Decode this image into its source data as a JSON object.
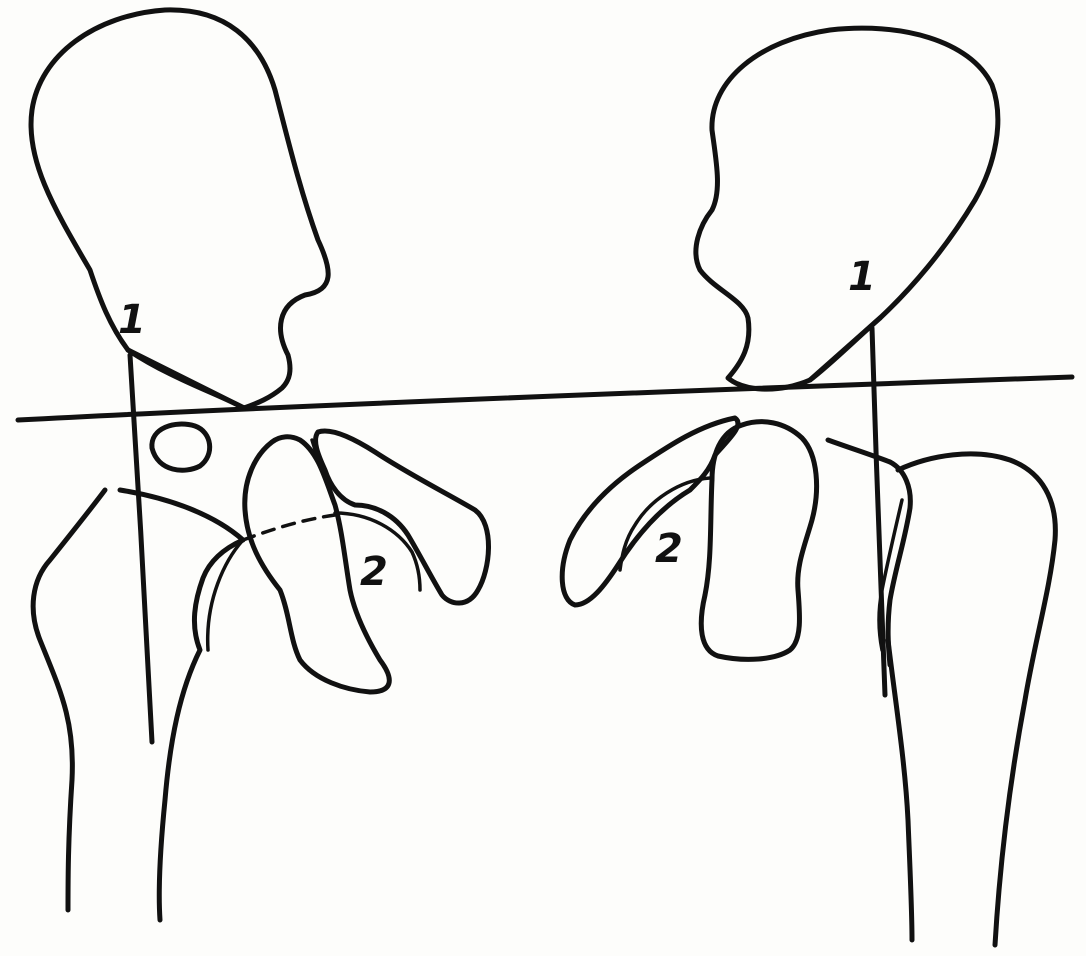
{
  "labels": {
    "left_upper": "1",
    "left_lower": "2",
    "right_upper": "1",
    "right_lower": "2"
  },
  "colors": {
    "ink": "#111111",
    "paper": "#fdfdfb"
  }
}
